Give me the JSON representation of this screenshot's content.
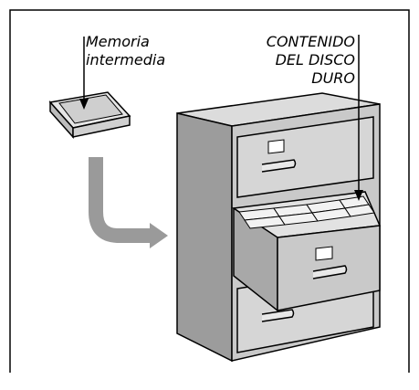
{
  "labels": {
    "buffer": [
      "Memoria",
      "intermedia"
    ],
    "disk": [
      "CONTENIDO",
      "DEL DISCO",
      "DURO"
    ]
  },
  "colors": {
    "frame": "#000000",
    "cabinet_front": "#c9c9c9",
    "cabinet_side": "#9c9c9c",
    "cabinet_top": "#dcdcdc",
    "arrow_flow": "#9a9a9a",
    "tray": "#d8d8d8"
  }
}
